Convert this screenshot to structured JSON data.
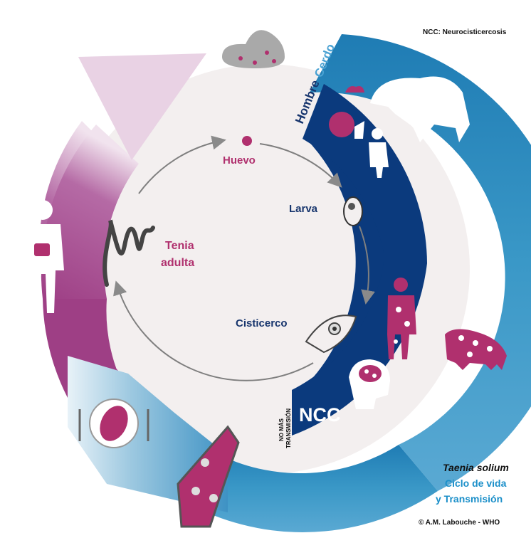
{
  "header": {
    "ncc_note": "NCC: Neurocisticercosis"
  },
  "hosts": {
    "human": "Hombre",
    "pig": "Cerdo"
  },
  "stages": {
    "egg": "Huevo",
    "larva": "Larva",
    "adult_line1": "Tenia",
    "adult_line2": "adulta",
    "cysticercus": "Cisticerco"
  },
  "ncc": {
    "label": "NCC",
    "no_more_line1": "NO MÁS",
    "no_more_line2": "TRANSMISIÓN"
  },
  "footer": {
    "species": "Taenia solium",
    "line1": "Ciclo de vida",
    "line2": "y Transmisión",
    "credit": "© A.M. Labouche - WHO"
  },
  "colors": {
    "magenta": "#b0306e",
    "purple": "#9d3d86",
    "light_blue": "#3b9ac8",
    "dark_blue": "#0b3a7d",
    "navy_text": "#17356d",
    "center_bg": "#f3efef"
  }
}
